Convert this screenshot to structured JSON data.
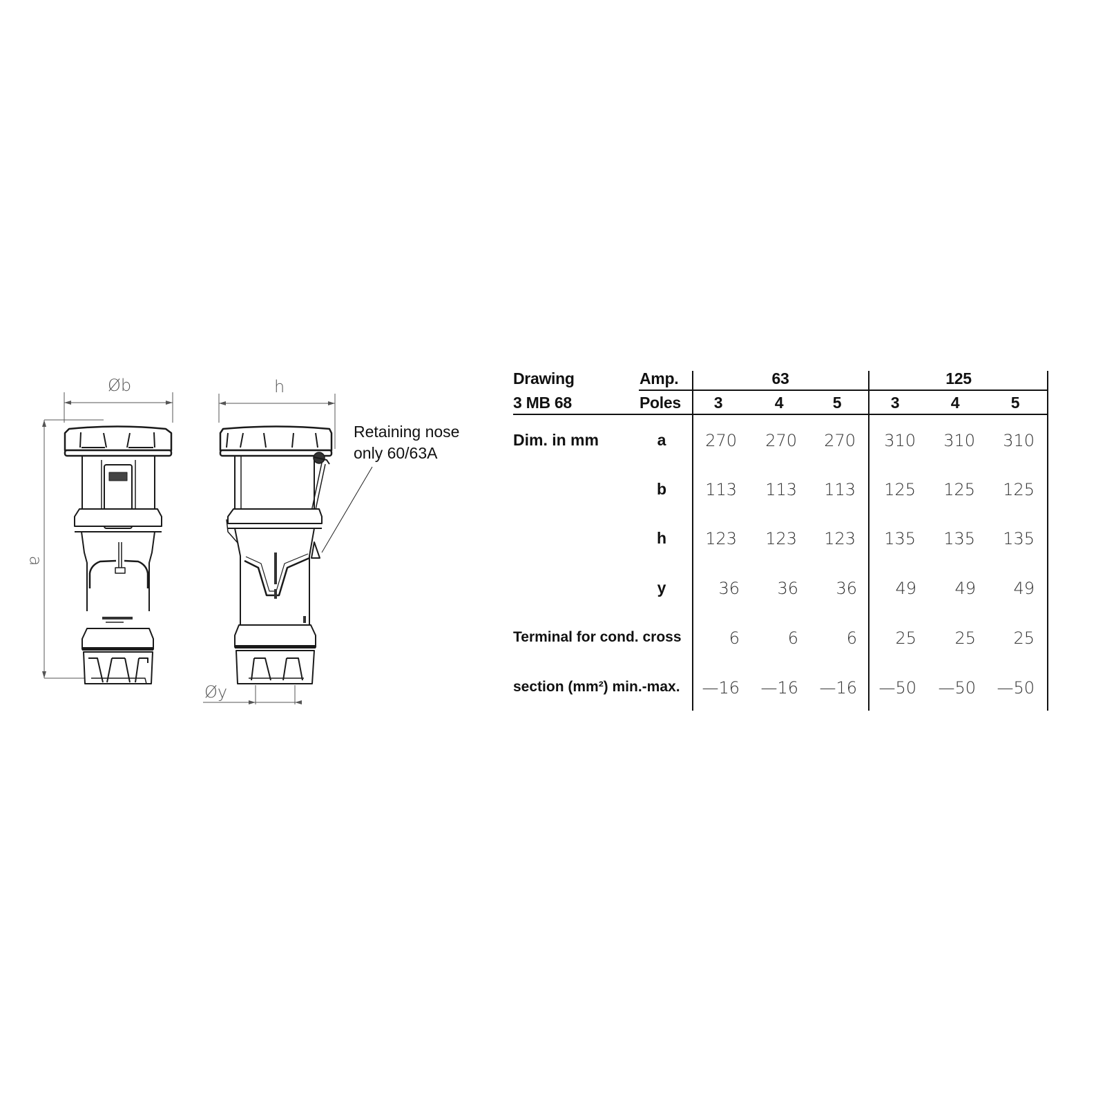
{
  "drawing": {
    "dimension_labels": {
      "a": "a",
      "b": "Øb",
      "h": "h",
      "y": "Øy"
    },
    "callout": {
      "line1": "Retaining nose",
      "line2": "only 60/63A"
    },
    "views": [
      "front-view",
      "side-view"
    ]
  },
  "table": {
    "title_line1": "Drawing",
    "title_line2": "3 MB 68",
    "header_amp_label": "Amp.",
    "header_poles_label": "Poles",
    "amp_groups": [
      {
        "label": "63",
        "poles": [
          "3",
          "4",
          "5"
        ]
      },
      {
        "label": "125",
        "poles": [
          "3",
          "4",
          "5"
        ]
      }
    ],
    "section_label": "Dim. in mm",
    "rows": [
      {
        "label": "",
        "key": "a",
        "values": [
          "270",
          "270",
          "270",
          "310",
          "310",
          "310"
        ]
      },
      {
        "label": "",
        "key": "b",
        "values": [
          "113",
          "113",
          "113",
          "125",
          "125",
          "125"
        ]
      },
      {
        "label": "",
        "key": "h",
        "values": [
          "123",
          "123",
          "123",
          "135",
          "135",
          "135"
        ]
      },
      {
        "label": "",
        "key": "y",
        "values": [
          "36",
          "36",
          "36",
          "49",
          "49",
          "49"
        ]
      },
      {
        "label": "Terminal for cond. cross",
        "key": "",
        "values": [
          "6",
          "6",
          "6",
          "25",
          "25",
          "25"
        ]
      },
      {
        "label": "section (mm²) min.-max.",
        "key": "",
        "values": [
          "—16",
          "—16",
          "—16",
          "—50",
          "—50",
          "—50"
        ]
      }
    ]
  }
}
